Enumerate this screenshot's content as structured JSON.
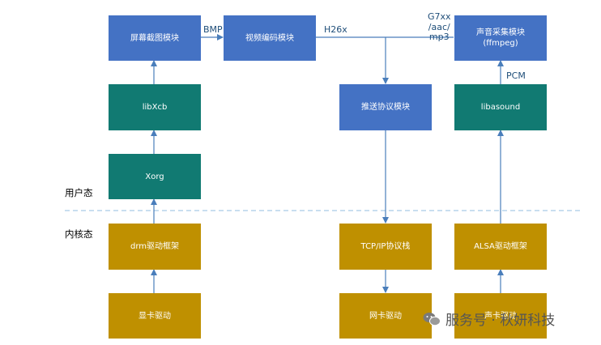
{
  "zones": {
    "user": "用户态",
    "kernel": "内核态"
  },
  "boxes": {
    "screenshot": "屏幕截图模块",
    "video_encode": "视频编码模块",
    "audio_capture": "声音采集模块",
    "audio_capture_sub": "(ffmpeg)",
    "libxcb": "libXcb",
    "push": "推送协议模块",
    "libasound": "libasound",
    "xorg": "Xorg",
    "drm": "drm驱动框架",
    "tcpip": "TCP/IP协议栈",
    "alsa": "ALSA驱动框架",
    "gpu_driver": "显卡驱动",
    "nic_driver": "网卡驱动",
    "sound_driver": "声卡驱动"
  },
  "edge_labels": {
    "bmp": "BMP",
    "h26x": "H26x",
    "audio_fmt": [
      "G7xx",
      "/aac/",
      "mp3"
    ],
    "pcm": "PCM"
  },
  "watermark": "服务号 · 秋妍科技",
  "colors": {
    "blue": "#4472c4",
    "teal": "#117a72",
    "gold": "#bf9000",
    "arrow": "#4a7ebb",
    "divider": "#a9c9e8"
  }
}
